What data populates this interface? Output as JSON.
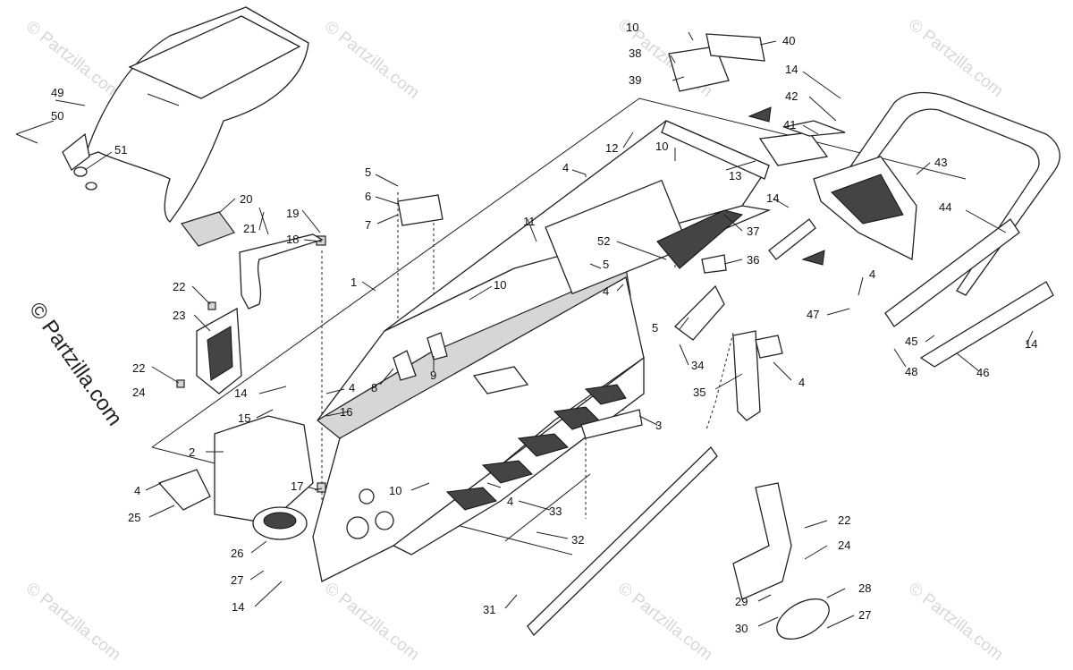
{
  "watermark": {
    "brand": "© Partzilla.com",
    "side_text": "© Partzilla.com",
    "brand_color": "#d7d7d7"
  },
  "callouts": {
    "c1": "1",
    "c2": "2",
    "c3": "3",
    "c4a": "4",
    "c4b": "4",
    "c4c": "4",
    "c4d": "4",
    "c4e": "4",
    "c4f": "4",
    "c4g": "4",
    "c5a": "5",
    "c5b": "5",
    "c5c": "5",
    "c6": "6",
    "c7": "7",
    "c8": "8",
    "c9": "9",
    "c10a": "10",
    "c10b": "10",
    "c10c": "10",
    "c10d": "10",
    "c11": "11",
    "c12": "12",
    "c13": "13",
    "c14a": "14",
    "c14b": "14",
    "c14c": "14",
    "c14d": "14",
    "c14e": "14",
    "c15": "15",
    "c16": "16",
    "c17": "17",
    "c18": "18",
    "c19": "19",
    "c20": "20",
    "c21": "21",
    "c22a": "22",
    "c22b": "22",
    "c22c": "22",
    "c23": "23",
    "c24a": "24",
    "c24b": "24",
    "c25": "25",
    "c26": "26",
    "c27a": "27",
    "c27b": "27",
    "c28": "28",
    "c29": "29",
    "c30": "30",
    "c31": "31",
    "c32": "32",
    "c33": "33",
    "c34": "34",
    "c35": "35",
    "c36": "36",
    "c37": "37",
    "c38": "38",
    "c39": "39",
    "c40": "40",
    "c41": "41",
    "c42": "42",
    "c43": "43",
    "c44": "44",
    "c45": "45",
    "c46": "46",
    "c47": "47",
    "c48": "48",
    "c49": "49",
    "c50": "50",
    "c51": "51",
    "c52": "52"
  }
}
